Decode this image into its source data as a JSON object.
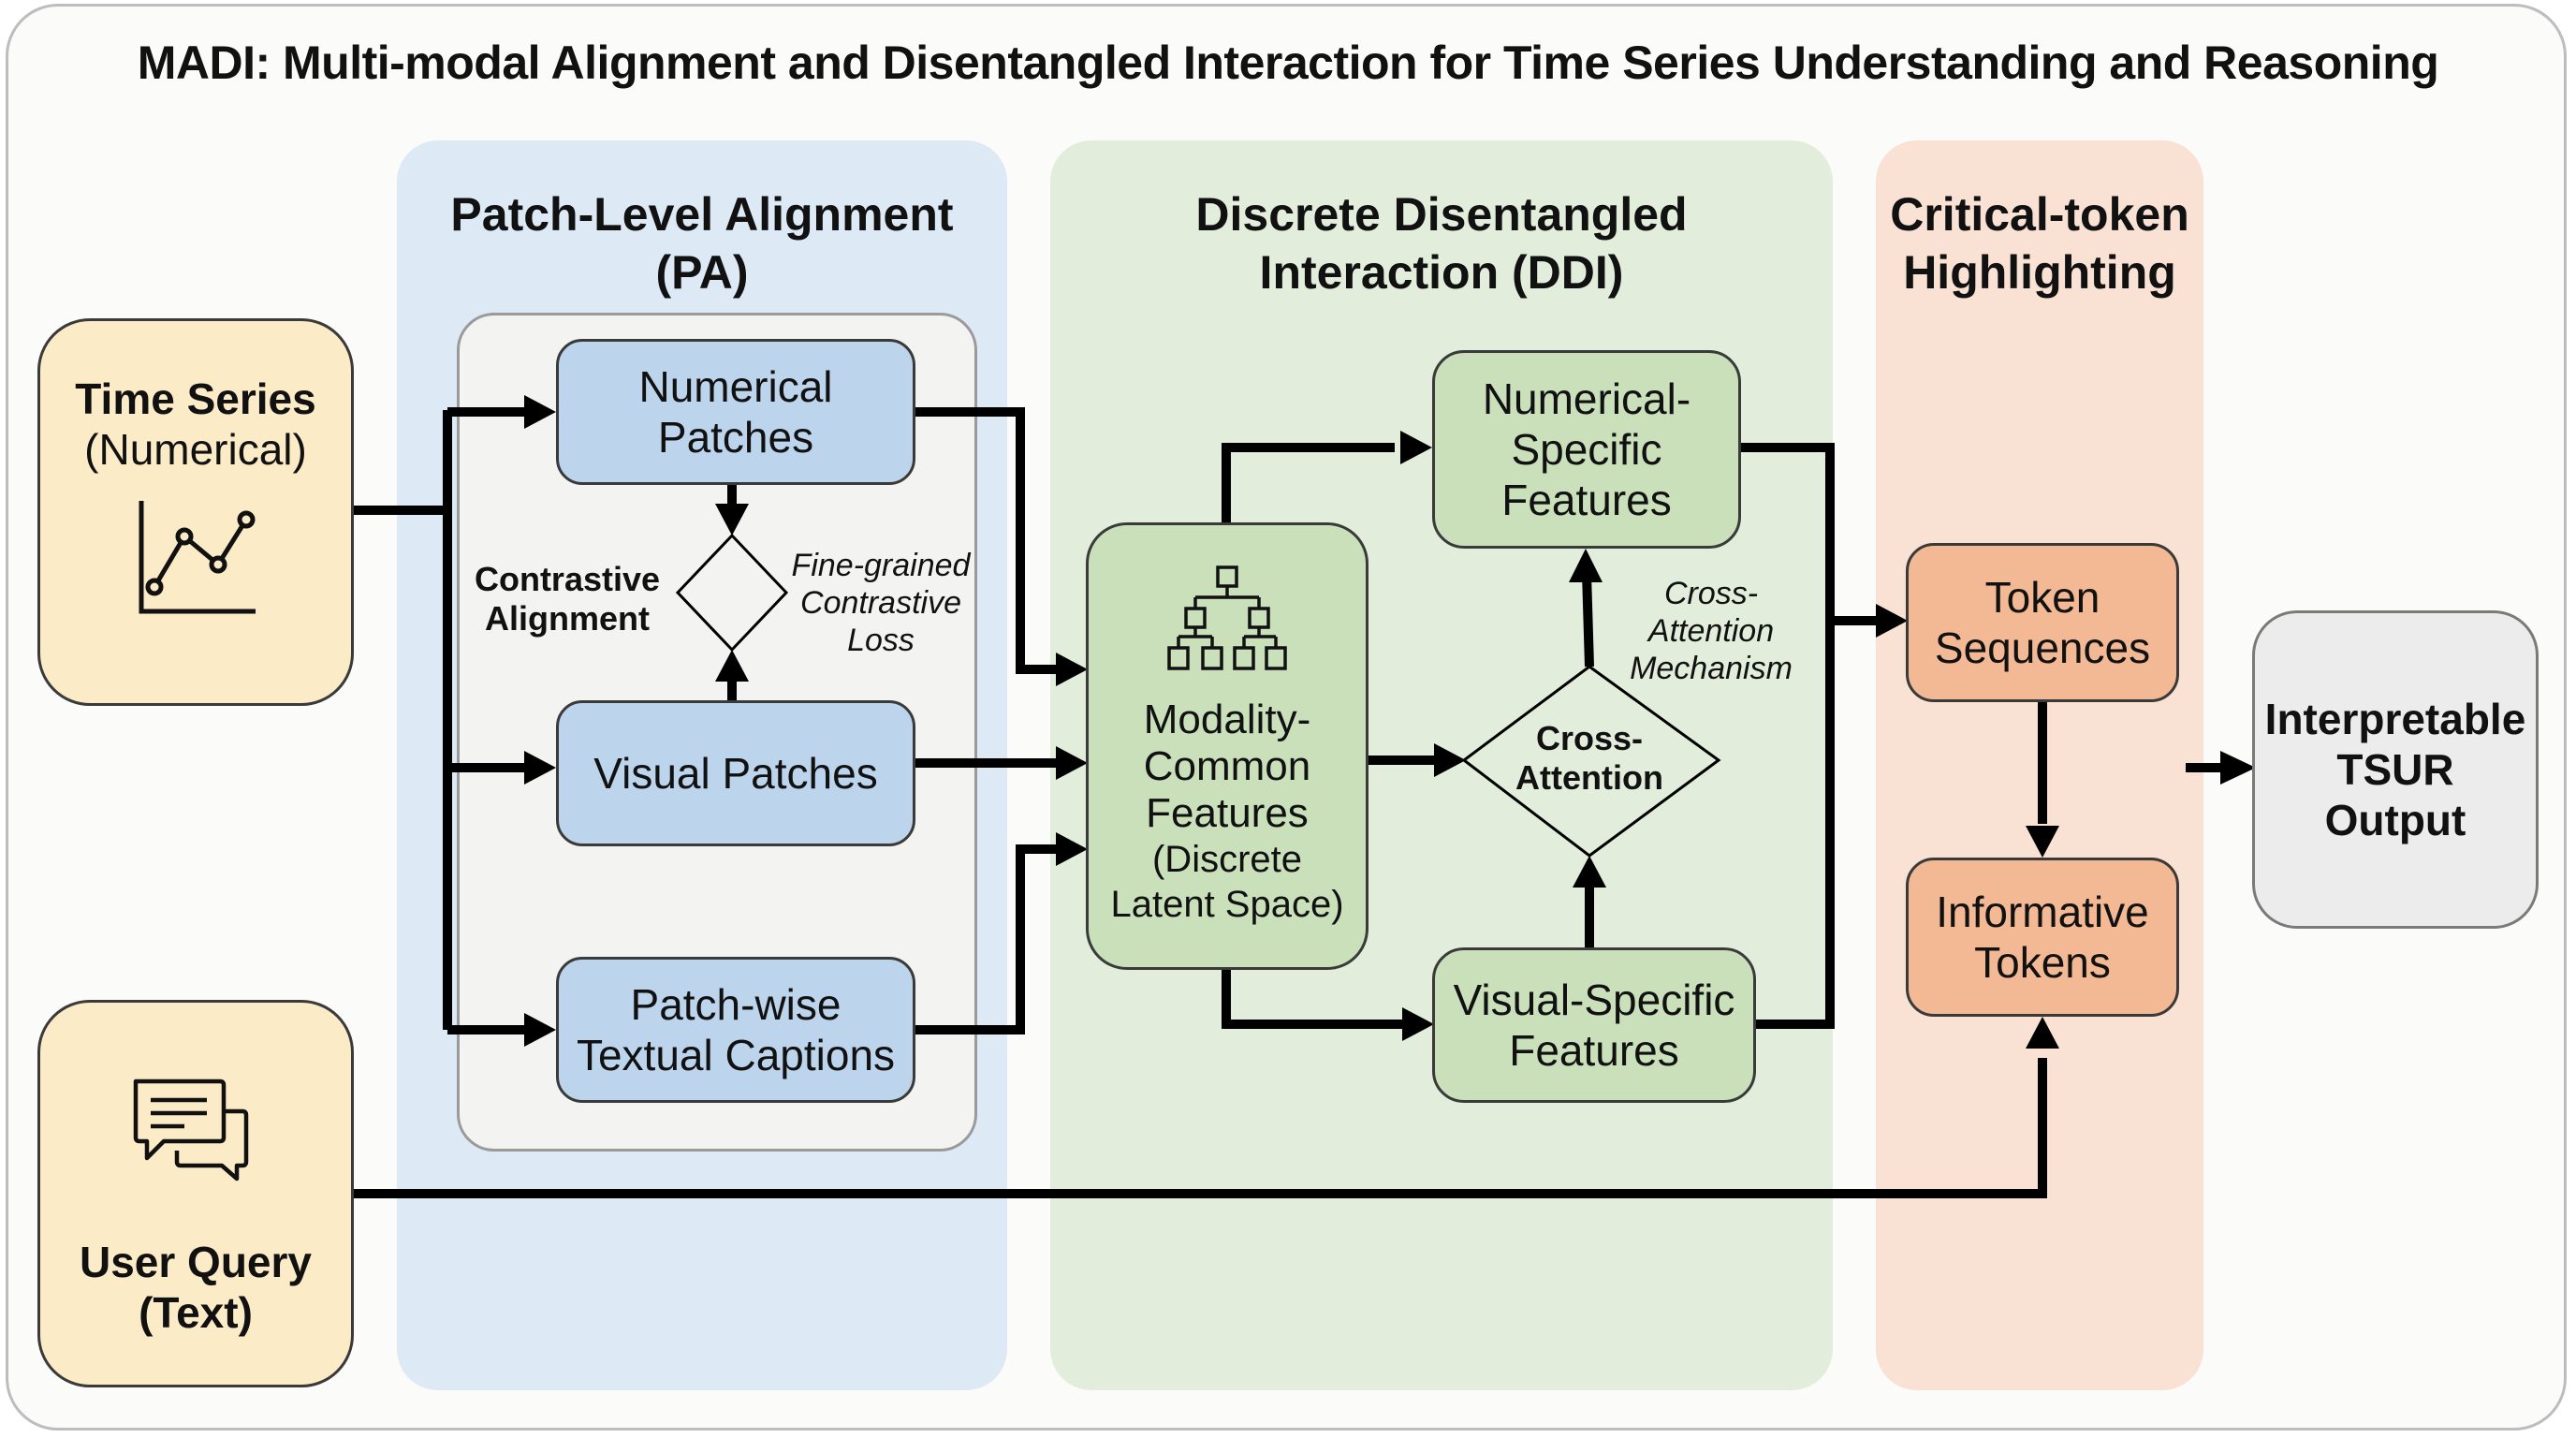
{
  "title": "MADI: Multi-modal Alignment and Disentangled Interaction for Time Series Understanding and Reasoning",
  "colors": {
    "input_fill": "#fcebc7",
    "pa_panel": "#dde9f5",
    "pa_node": "#bcd4ec",
    "ddi_panel": "#e2eedb",
    "ddi_node": "#c9e0bb",
    "cth_panel": "#f9e1d4",
    "cth_node": "#f2b994",
    "output_fill": "#ececec",
    "wire": "#000000"
  },
  "inputs": {
    "time_series": {
      "line1": "Time Series",
      "line2": "(Numerical)",
      "icon": "line-chart-icon"
    },
    "user_query": {
      "line1": "User Query",
      "line2": "(Text)",
      "icon": "chat-bubbles-icon"
    }
  },
  "panels": {
    "pa": {
      "title_line1": "Patch-Level Alignment",
      "title_line2": "(PA)",
      "nodes": {
        "numerical_patches": [
          "Numerical",
          "Patches"
        ],
        "visual_patches": [
          "Visual Patches"
        ],
        "textual_captions": [
          "Patch-wise",
          "Textual Captions"
        ]
      },
      "contrastive_label": [
        "Contrastive",
        "Alignment"
      ],
      "loss_label": [
        "Fine-grained",
        "Contrastive",
        "Loss"
      ]
    },
    "ddi": {
      "title_line1": "Discrete Disentangled",
      "title_line2": "Interaction (DDI)",
      "nodes": {
        "modality_common": [
          "Modality-",
          "Common",
          "Features",
          "(Discrete",
          "Latent Space)"
        ],
        "numerical_specific": [
          "Numerical-",
          "Specific",
          "Features"
        ],
        "visual_specific": [
          "Visual-Specific",
          "Features"
        ],
        "cross_attention": [
          "Cross-",
          "Attention"
        ]
      },
      "mechanism_label": [
        "Cross-",
        "Attention",
        "Mechanism"
      ],
      "modality_common_icon": "hierarchy-tree-icon"
    },
    "cth": {
      "title_line1": "Critical-token",
      "title_line2": "Highlighting",
      "nodes": {
        "token_sequences": [
          "Token",
          "Sequences"
        ],
        "informative_tokens": [
          "Informative",
          "Tokens"
        ]
      }
    }
  },
  "output": {
    "lines": [
      "Interpretable",
      "TSUR",
      "Output"
    ]
  }
}
